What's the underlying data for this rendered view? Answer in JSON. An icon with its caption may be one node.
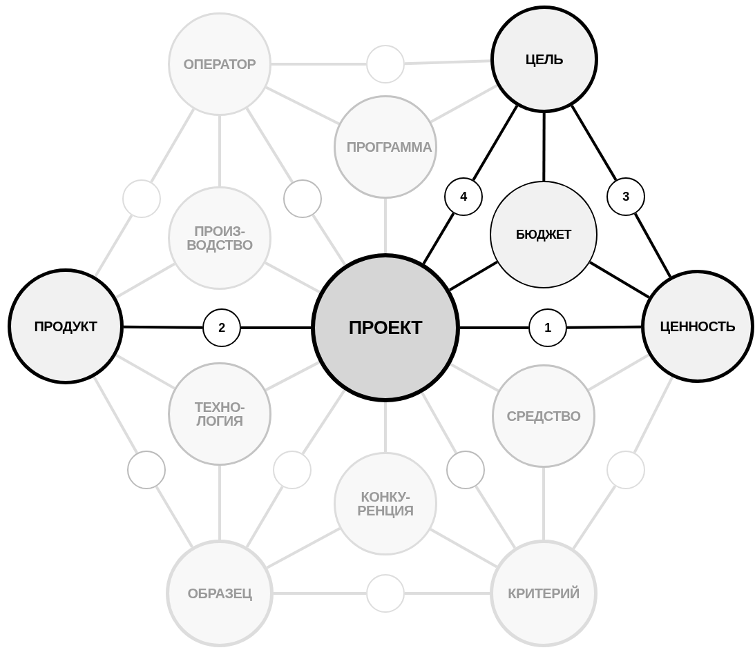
{
  "diagram": {
    "nodes": [
      {
        "text": [
          "ОПЕРАТОР"
        ]
      },
      {
        "text": [],
        "shape": "circle"
      },
      {
        "text": [
          "ЦЕЛЬ"
        ]
      },
      {
        "text": [
          "ПРОГРАММА"
        ]
      },
      {
        "text": [],
        "shape": "circle"
      },
      {
        "text": [],
        "shape": "circle"
      },
      {
        "text": [
          "4"
        ]
      },
      {
        "text": [
          "3"
        ]
      },
      {
        "text": [
          "ПРОИЗ- ВОДСТВО"
        ]
      },
      {
        "text": [
          "БЮДЖЕТ"
        ]
      },
      {
        "text": [
          "ПРОДУКТ"
        ]
      },
      {
        "text": [
          "2"
        ]
      },
      {
        "text": [
          "ПРОЕКТ"
        ]
      },
      {
        "text": [
          "1"
        ]
      },
      {
        "text": [
          "ЦЕННОСТЬ"
        ]
      },
      {
        "text": [
          "ТЕХНО- ЛОГИЯ"
        ]
      },
      {
        "text": [
          "СРЕДСТВО"
        ]
      },
      {
        "text": [],
        "shape": "circle"
      },
      {
        "text": [],
        "shape": "circle"
      },
      {
        "text": [],
        "shape": "circle"
      },
      {
        "text": [],
        "shape": "circle"
      },
      {
        "text": [
          "КОНКУ- РЕНЦИЯ"
        ]
      },
      {
        "text": [
          "ОБРАЗЕЦ"
        ]
      },
      {
        "text": [],
        "shape": "circle"
      },
      {
        "text": [
          "КРИТЕРИЙ"
        ]
      }
    ],
    "edges": [
      {
        "from": 0,
        "to": 1,
        "arrow": "none"
      },
      {
        "from": 1,
        "to": 2,
        "arrow": "none"
      },
      {
        "from": 0,
        "to": 3,
        "arrow": "none"
      },
      {
        "from": 3,
        "to": 2,
        "arrow": "none"
      },
      {
        "from": 3,
        "to": 12,
        "arrow": "none"
      },
      {
        "from": 0,
        "to": 4,
        "arrow": "none"
      },
      {
        "from": 4,
        "to": 10,
        "arrow": "none"
      },
      {
        "from": 0,
        "to": 8,
        "arrow": "none"
      },
      {
        "from": 8,
        "to": 10,
        "arrow": "none"
      },
      {
        "from": 8,
        "to": 12,
        "arrow": "none"
      },
      {
        "from": 0,
        "to": 5,
        "arrow": "none"
      },
      {
        "from": 5,
        "to": 12,
        "arrow": "none"
      },
      {
        "from": 2,
        "to": 6,
        "arrow": "none",
        "color": "#000000"
      },
      {
        "from": 6,
        "to": 12,
        "arrow": "none",
        "color": "#000000"
      },
      {
        "from": 2,
        "to": 9,
        "arrow": "none",
        "color": "#000000"
      },
      {
        "from": 9,
        "to": 12,
        "arrow": "none",
        "color": "#000000"
      },
      {
        "from": 9,
        "to": 14,
        "arrow": "none",
        "color": "#000000"
      },
      {
        "from": 2,
        "to": 7,
        "arrow": "none",
        "color": "#000000"
      },
      {
        "from": 7,
        "to": 14,
        "arrow": "none",
        "color": "#000000"
      },
      {
        "from": 10,
        "to": 11,
        "arrow": "none",
        "color": "#000000"
      },
      {
        "from": 11,
        "to": 12,
        "arrow": "none",
        "color": "#000000"
      },
      {
        "from": 12,
        "to": 13,
        "arrow": "none",
        "color": "#000000"
      },
      {
        "from": 13,
        "to": 14,
        "arrow": "none",
        "color": "#000000"
      },
      {
        "from": 10,
        "to": 15,
        "arrow": "none"
      },
      {
        "from": 15,
        "to": 12,
        "arrow": "none"
      },
      {
        "from": 15,
        "to": 22,
        "arrow": "none"
      },
      {
        "from": 10,
        "to": 17,
        "arrow": "none"
      },
      {
        "from": 17,
        "to": 22,
        "arrow": "none"
      },
      {
        "from": 12,
        "to": 18,
        "arrow": "none"
      },
      {
        "from": 18,
        "to": 22,
        "arrow": "none"
      },
      {
        "from": 12,
        "to": 21,
        "arrow": "none"
      },
      {
        "from": 21,
        "to": 22,
        "arrow": "none"
      },
      {
        "from": 21,
        "to": 24,
        "arrow": "none"
      },
      {
        "from": 12,
        "to": 19,
        "arrow": "none"
      },
      {
        "from": 19,
        "to": 24,
        "arrow": "none"
      },
      {
        "from": 12,
        "to": 16,
        "arrow": "none"
      },
      {
        "from": 16,
        "to": 14,
        "arrow": "none"
      },
      {
        "from": 16,
        "to": 24,
        "arrow": "none"
      },
      {
        "from": 14,
        "to": 20,
        "arrow": "none"
      },
      {
        "from": 20,
        "to": 24,
        "arrow": "none"
      },
      {
        "from": 22,
        "to": 23,
        "arrow": "none"
      },
      {
        "from": 23,
        "to": 24,
        "arrow": "none"
      }
    ]
  }
}
